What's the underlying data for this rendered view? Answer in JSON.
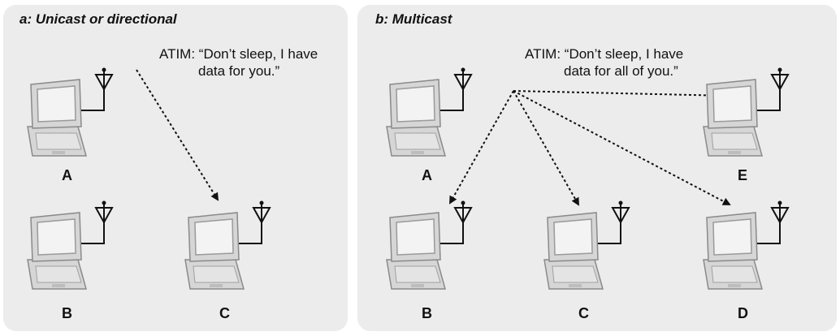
{
  "panels": [
    {
      "id": "a",
      "title": "a: Unicast or directional",
      "message": {
        "line1": "ATIM: “Don’t sleep, I have",
        "line2": "data for you.”"
      },
      "nodes": [
        "A",
        "B",
        "C"
      ],
      "links": [
        [
          "A",
          "C"
        ]
      ]
    },
    {
      "id": "b",
      "title": "b: Multicast",
      "message": {
        "line1": "ATIM: “Don’t sleep, I have",
        "line2": "data for all of you.”"
      },
      "nodes": [
        "A",
        "B",
        "C",
        "D",
        "E"
      ],
      "links": [
        [
          "A",
          "B"
        ],
        [
          "A",
          "C"
        ],
        [
          "A",
          "D"
        ],
        [
          "A",
          "E"
        ]
      ]
    }
  ],
  "colors": {
    "panel": "#ececec",
    "laptop_body": "#d6d6d6",
    "laptop_outline": "#8a8a8a",
    "screen": "#f3f3f3",
    "antenna": "#111111",
    "arrow": "#111111"
  }
}
